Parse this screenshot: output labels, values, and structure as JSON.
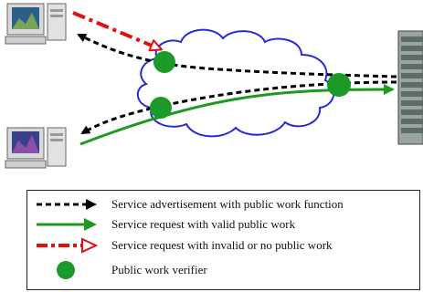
{
  "colors": {
    "advertisement": "#000000",
    "valid_request": "#1e9a1e",
    "invalid_request": "#e01010",
    "verifier": "#1b9a2a",
    "cloud_stroke": "#2a2ad8",
    "cloud_fill": "#ffffff"
  },
  "icons": {
    "client_top": "computer-icon",
    "client_bottom": "computer-icon",
    "server": "server-rack-icon",
    "network": "cloud-icon"
  },
  "legend": {
    "items": [
      {
        "key": "advertisement",
        "label": "Service advertisement with public work function"
      },
      {
        "key": "valid_request",
        "label": "Service request with valid public work"
      },
      {
        "key": "invalid_request",
        "label": "Service request with invalid or no public work"
      },
      {
        "key": "verifier",
        "label": "Public work verifier"
      }
    ]
  }
}
